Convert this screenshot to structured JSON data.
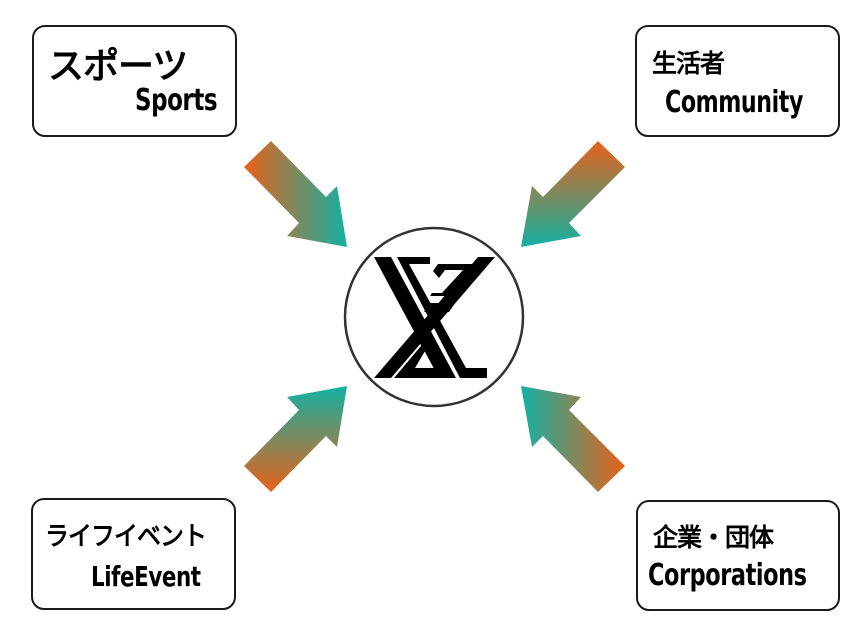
{
  "diagram": {
    "title": "",
    "center": {
      "label": "X logo",
      "icon": "cross-x-logo-icon"
    },
    "colors": {
      "arrow_start": "#e8611a",
      "arrow_end": "#13b1a2",
      "box_border": "#1a1a1a",
      "circle_border": "#333333",
      "logo": "#000000"
    },
    "nodes": [
      {
        "id": "sports",
        "label_jp": "スポーツ",
        "label_en": "Sports",
        "position": "top-left",
        "arrow": "toward-center"
      },
      {
        "id": "community",
        "label_jp": "生活者",
        "label_en": "Community",
        "position": "top-right",
        "arrow": "toward-center"
      },
      {
        "id": "lifeevent",
        "label_jp": "ライフイベント",
        "label_en": "LifeEvent",
        "position": "bottom-left",
        "arrow": "toward-center"
      },
      {
        "id": "corporations",
        "label_jp": "企業・団体",
        "label_en": "Corporations",
        "position": "bottom-right",
        "arrow": "toward-center"
      }
    ]
  }
}
